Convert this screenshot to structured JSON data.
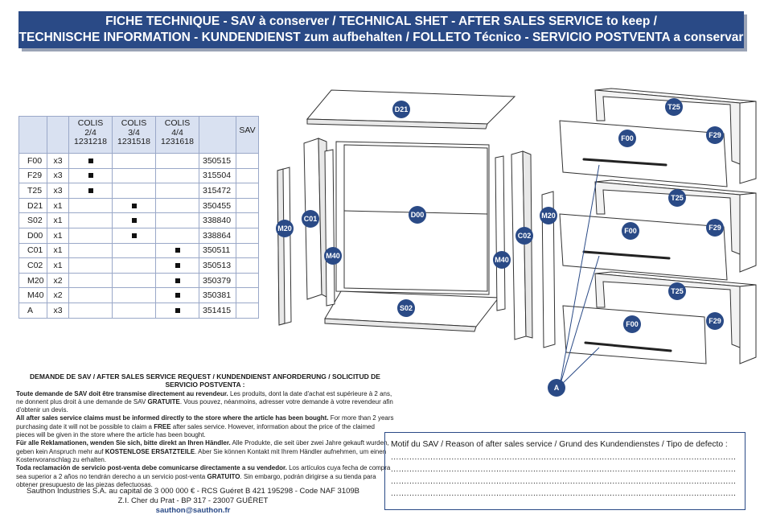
{
  "header": {
    "line1": "FICHE TECHNIQUE - SAV à conserver / TECHNICAL SHET - AFTER SALES SERVICE to keep /",
    "line2": "TECHNISCHE INFORMATION - KUNDENDIENST zum aufbehalten  / FOLLETO Técnico - SERVICIO POSTVENTA a conservar"
  },
  "table": {
    "columns": [
      {
        "l1": "COLIS",
        "l2": "2/4",
        "l3": "1231218"
      },
      {
        "l1": "COLIS",
        "l2": "3/4",
        "l3": "1231518"
      },
      {
        "l1": "COLIS",
        "l2": "4/4",
        "l3": "1231618"
      }
    ],
    "sav_label": "SAV",
    "rows": [
      {
        "code": "F00",
        "qty": "x3",
        "colis": 0,
        "ref": "350515"
      },
      {
        "code": "F29",
        "qty": "x3",
        "colis": 0,
        "ref": "315504"
      },
      {
        "code": "T25",
        "qty": "x3",
        "colis": 0,
        "ref": "315472"
      },
      {
        "code": "D21",
        "qty": "x1",
        "colis": 1,
        "ref": "350455"
      },
      {
        "code": "S02",
        "qty": "x1",
        "colis": 1,
        "ref": "338840"
      },
      {
        "code": "D00",
        "qty": "x1",
        "colis": 1,
        "ref": "338864"
      },
      {
        "code": "C01",
        "qty": "x1",
        "colis": 2,
        "ref": "350511"
      },
      {
        "code": "C02",
        "qty": "x1",
        "colis": 2,
        "ref": "350513"
      },
      {
        "code": "M20",
        "qty": "x2",
        "colis": 2,
        "ref": "350379"
      },
      {
        "code": "M40",
        "qty": "x2",
        "colis": 2,
        "ref": "350381"
      },
      {
        "code": "A",
        "qty": "x3",
        "colis": 2,
        "ref": "351415"
      }
    ]
  },
  "request": {
    "title": "DEMANDE DE SAV / AFTER SALES SERVICE REQUEST / KUNDENDIENST ANFORDERUNG / SOLICITUD DE SERVICIO POSTVENTA :",
    "fr_bold": "Toute demande de SAV doit être transmise directement au revendeur.",
    "fr_text": " Les produits, dont la date d'achat est supérieure à 2 ans, ne donnent plus droit à une demande de SAV ",
    "fr_bold2": "GRATUITE",
    "fr_text2": ". Vous pouvez, néanmoins, adresser votre demande à votre revendeur afin d'obtenir un devis.",
    "en_bold": "All after sales service claims must be informed directly to the store where the article has been bought.",
    "en_text": " For more than 2 years purchasing date it will not be possible to claim a ",
    "en_bold2": "FREE",
    "en_text2": " after sales service. However, information about the price of the claimed pieces will be given in the store where the article has been bought.",
    "de_bold": "Für alle Reklamationen, wenden Sie sich, bitte direkt an Ihren Händler.",
    "de_text": " Alle Produkte, die seit über zwei Jahre gekauft wurden, geben kein Anspruch mehr auf ",
    "de_bold2": "KOSTENLOSE ERSATZTEILE",
    "de_text2": ". Aber Sie können Kontakt mit Ihrem Händler aufnehmen, um einen Kostenvoranschlag zu erhalten.",
    "es_bold": "Toda reclamación de servicio post-venta debe comunicarse directamente a su vendedor.",
    "es_text": " Los artículos cuya fecha de compra sea superior a 2 años no tendrán derecho a un servicio post-venta ",
    "es_bold2": "GRATUITO",
    "es_text2": ". Sin embargo, podrán dirigirse a su tienda para obtener presupuesto de las piezas defectuosas."
  },
  "footer": {
    "line1": "Sauthon Industries S.A. au capital de 3 000 000 € - RCS Guéret B 421 195298 - Code NAF 3109B",
    "line2": "Z.I. Cher du Prat - BP 317 - 23007 GUÉRET",
    "email": "sauthon@sauthon.fr"
  },
  "motif": {
    "title": "Motif du SAV / Reason of after sales service / Grund des Kundendienstes / Tipo de defecto :",
    "dots": "......................................................................................................................................................"
  },
  "diagram_labels": {
    "d21": "D21",
    "d00": "D00",
    "s02": "S02",
    "c01": "C01",
    "c02": "C02",
    "m20": "M20",
    "m40": "M40",
    "t25": "T25",
    "f00": "F00",
    "f29": "F29",
    "a": "A"
  },
  "colors": {
    "brand": "#2a4a86",
    "table_header": "#d9e1f1"
  }
}
